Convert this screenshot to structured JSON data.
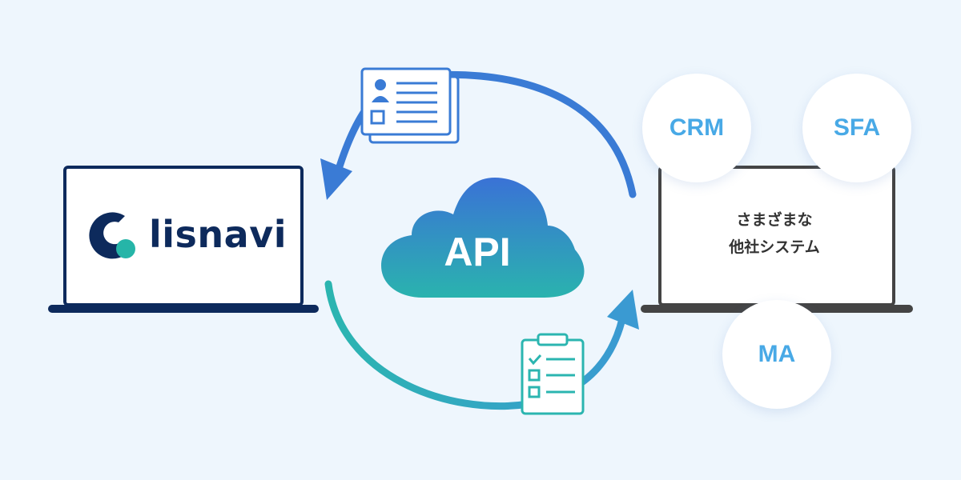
{
  "lisnavi": {
    "logo_text": "lisnavi"
  },
  "cloud": {
    "label": "API"
  },
  "other_systems": {
    "line1": "さまざまな",
    "line2": "他社システム",
    "bubbles": [
      "CRM",
      "SFA",
      "MA"
    ]
  },
  "colors": {
    "background": "#eef6fd",
    "navy": "#0d2a5c",
    "arrow_top": "#3a7bd5",
    "arrow_bottom": "#2bb5b0",
    "bubble_text": "#48a9e6",
    "laptop_gray": "#444444"
  },
  "icons": {
    "top": "profile-card-icon",
    "bottom": "checklist-clipboard-icon"
  }
}
